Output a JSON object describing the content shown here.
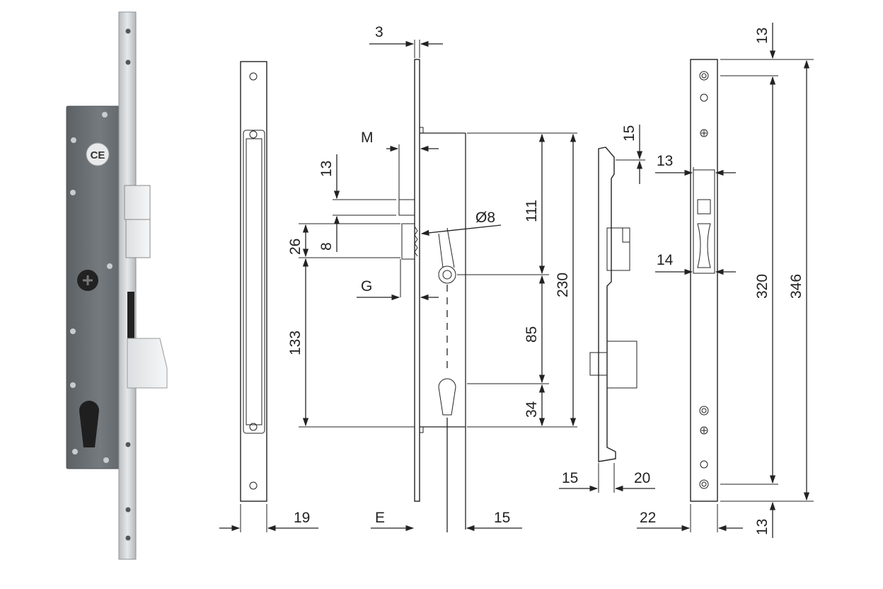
{
  "colors": {
    "lock_body": "#6d7276",
    "faceplate": "#cfd2d4",
    "line": "#222222",
    "background": "#ffffff"
  },
  "photo": {
    "ce_mark": "CE"
  },
  "dimensions": {
    "plate_thickness": "3",
    "m_label": "M",
    "latch_offset": "13",
    "g_label": "G",
    "dim_26": "26",
    "dim_8": "8",
    "dim_133": "133",
    "dia_8": "Ø8",
    "dim_111": "111",
    "dim_230": "230",
    "dim_85": "85",
    "dim_34": "34",
    "plate_width": "19",
    "e_label": "E",
    "depth_15": "15",
    "side_15_top": "15",
    "side_15_bottom": "15",
    "side_20": "20",
    "right_13_top": "13",
    "right_13_latch": "13",
    "right_14": "14",
    "right_320": "320",
    "right_346": "346",
    "right_22": "22",
    "right_13_bottom": "13"
  }
}
